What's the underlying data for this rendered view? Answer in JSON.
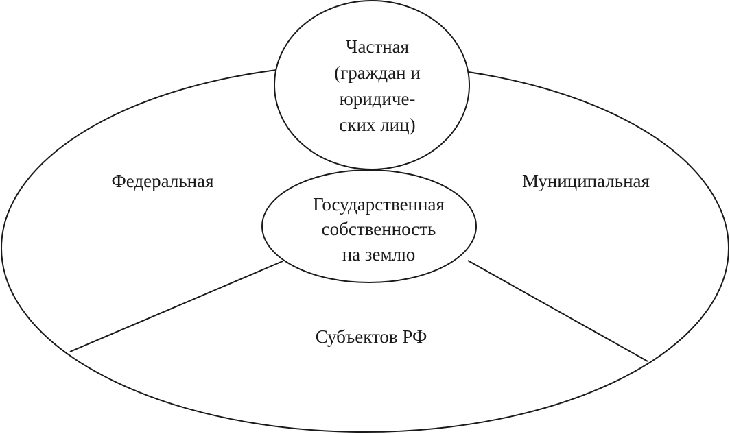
{
  "diagram": {
    "private": {
      "lines": [
        "Частная",
        "(граждан и",
        "юридиче-",
        "ских лиц)"
      ]
    },
    "center": {
      "lines": [
        "Государственная",
        "собственность",
        "на землю"
      ]
    },
    "federal": {
      "label": "Федеральная"
    },
    "municipal": {
      "label": "Муниципальная"
    },
    "subjects": {
      "label": "Субъектов РФ"
    }
  },
  "colors": {
    "stroke": "#1a1a1a",
    "text": "#1a1a1a",
    "background": "#ffffff"
  }
}
